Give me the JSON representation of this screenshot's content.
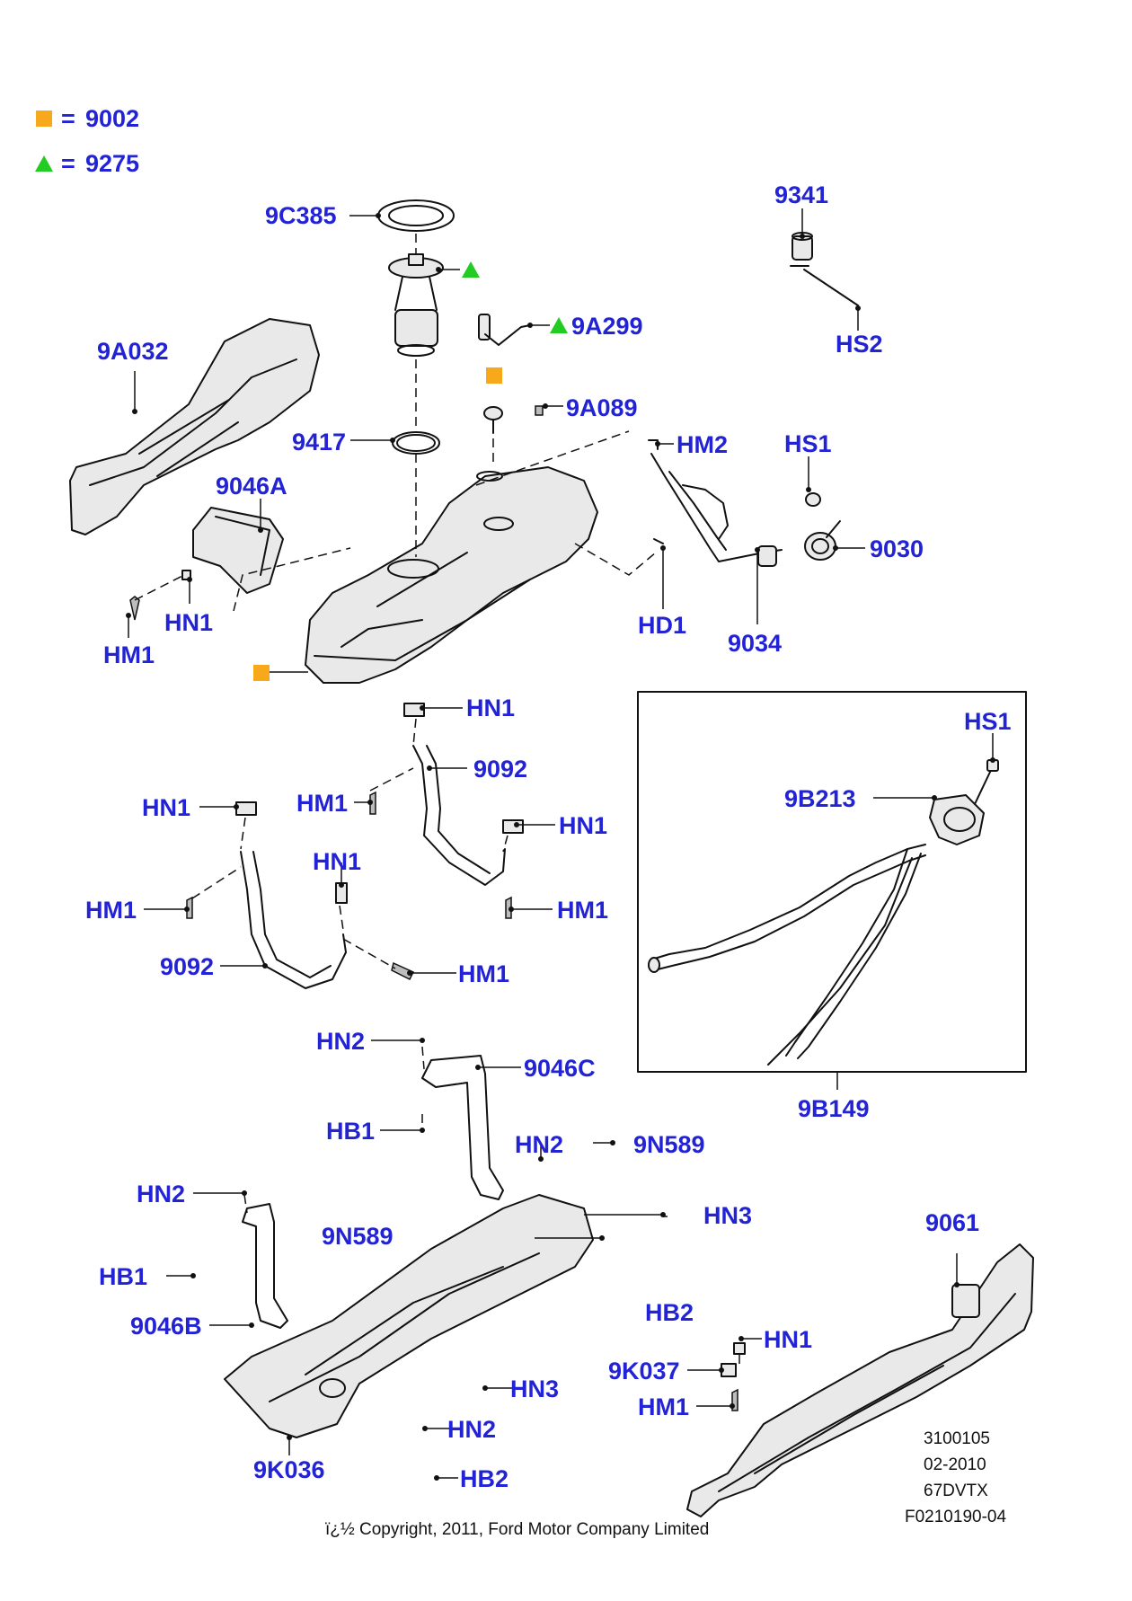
{
  "legend": {
    "square": {
      "equals": "=",
      "value": "9002",
      "color": "#f7a81b"
    },
    "triangle": {
      "equals": "=",
      "value": "9275",
      "color": "#22cc22"
    }
  },
  "callouts": {
    "c_9C385": "9C385",
    "c_9341": "9341",
    "c_HS2": "HS2",
    "c_9A299": "9A299",
    "c_9A032": "9A032",
    "c_9A089": "9A089",
    "c_9417": "9417",
    "c_HM2": "HM2",
    "c_HS1_top": "HS1",
    "c_9046A": "9046A",
    "c_9030": "9030",
    "c_HN1_a": "HN1",
    "c_HM1_a": "HM1",
    "c_HD1": "HD1",
    "c_9034": "9034",
    "c_HN1_b": "HN1",
    "c_HS1_box": "HS1",
    "c_9092_a": "9092",
    "c_HM1_b": "HM1",
    "c_9B213": "9B213",
    "c_HN1_c": "HN1",
    "c_HN1_d": "HN1",
    "c_HN1_e": "HN1",
    "c_HM1_c": "HM1",
    "c_HM1_d": "HM1",
    "c_9092_b": "9092",
    "c_HM1_e": "HM1",
    "c_HN2_a": "HN2",
    "c_9046C": "9046C",
    "c_9B149": "9B149",
    "c_HB1_a": "HB1",
    "c_HN2_b": "HN2",
    "c_9N589_a": "9N589",
    "c_HN2_c": "HN2",
    "c_HN3_a": "HN3",
    "c_9N589_b": "9N589",
    "c_9061": "9061",
    "c_HB1_b": "HB1",
    "c_HB2_a": "HB2",
    "c_9046B": "9046B",
    "c_HN1_f": "HN1",
    "c_9K037": "9K037",
    "c_HN3_b": "HN3",
    "c_HM1_f": "HM1",
    "c_HN2_d": "HN2",
    "c_9K036": "9K036",
    "c_HB2_b": "HB2"
  },
  "footer": {
    "ref_code": "3100105",
    "date": "02-2010",
    "model": "67DVTX",
    "figure_id": "F0210190-04",
    "copyright": "ï¿½ Copyright, 2011, Ford Motor Company Limited"
  }
}
